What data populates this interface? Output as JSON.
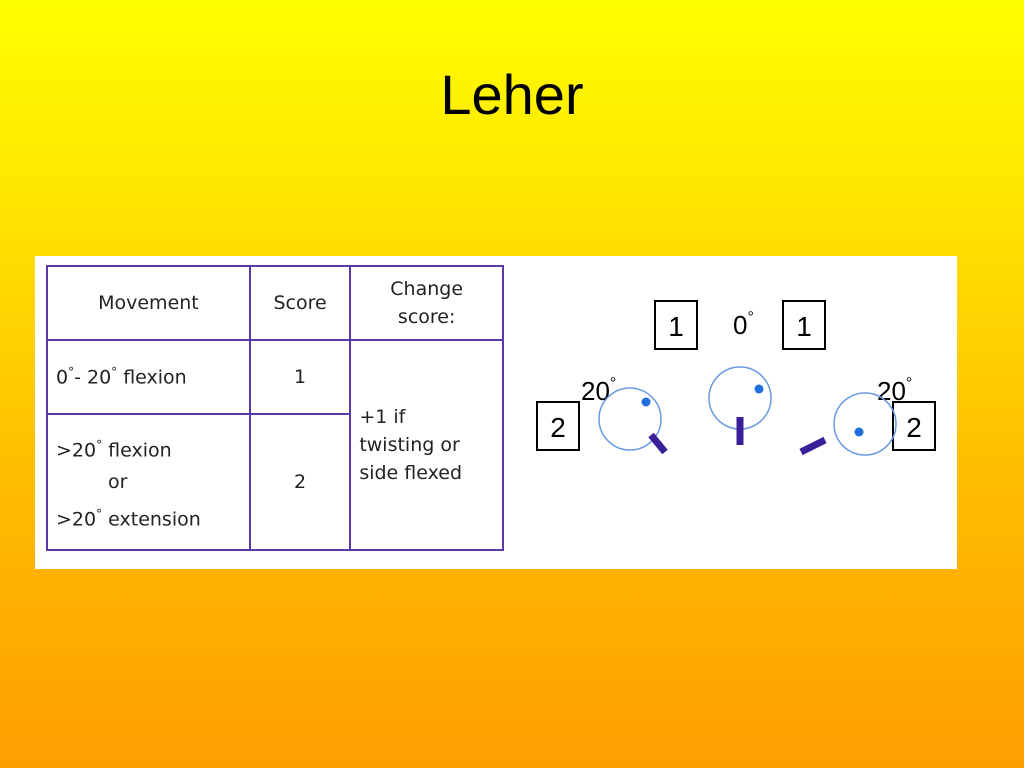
{
  "slide": {
    "title": "Leher"
  },
  "table": {
    "headers": [
      "Movement",
      "Score",
      "Change",
      "score:"
    ],
    "row1": {
      "movement_a": "0",
      "movement_b": "- 20",
      "movement_c": " flexion",
      "score": "1"
    },
    "row2": {
      "line1_a": ">20",
      "line1_b": " flexion",
      "line2": "or",
      "line3_a": ">20",
      "line3_b": " extension",
      "score": "2"
    },
    "change": [
      "+1 if",
      "twisting or",
      "side flexed"
    ],
    "degree_symbol": "°"
  },
  "diagram": {
    "score_boxes": [
      "1",
      "1",
      "2",
      "2"
    ],
    "angle_labels": [
      "0",
      "20",
      "20"
    ],
    "degree_symbol": "°",
    "colors": {
      "circle": "#6a9ae0",
      "dot": "#1e6fe0",
      "neck": "#3a1f9a"
    }
  }
}
